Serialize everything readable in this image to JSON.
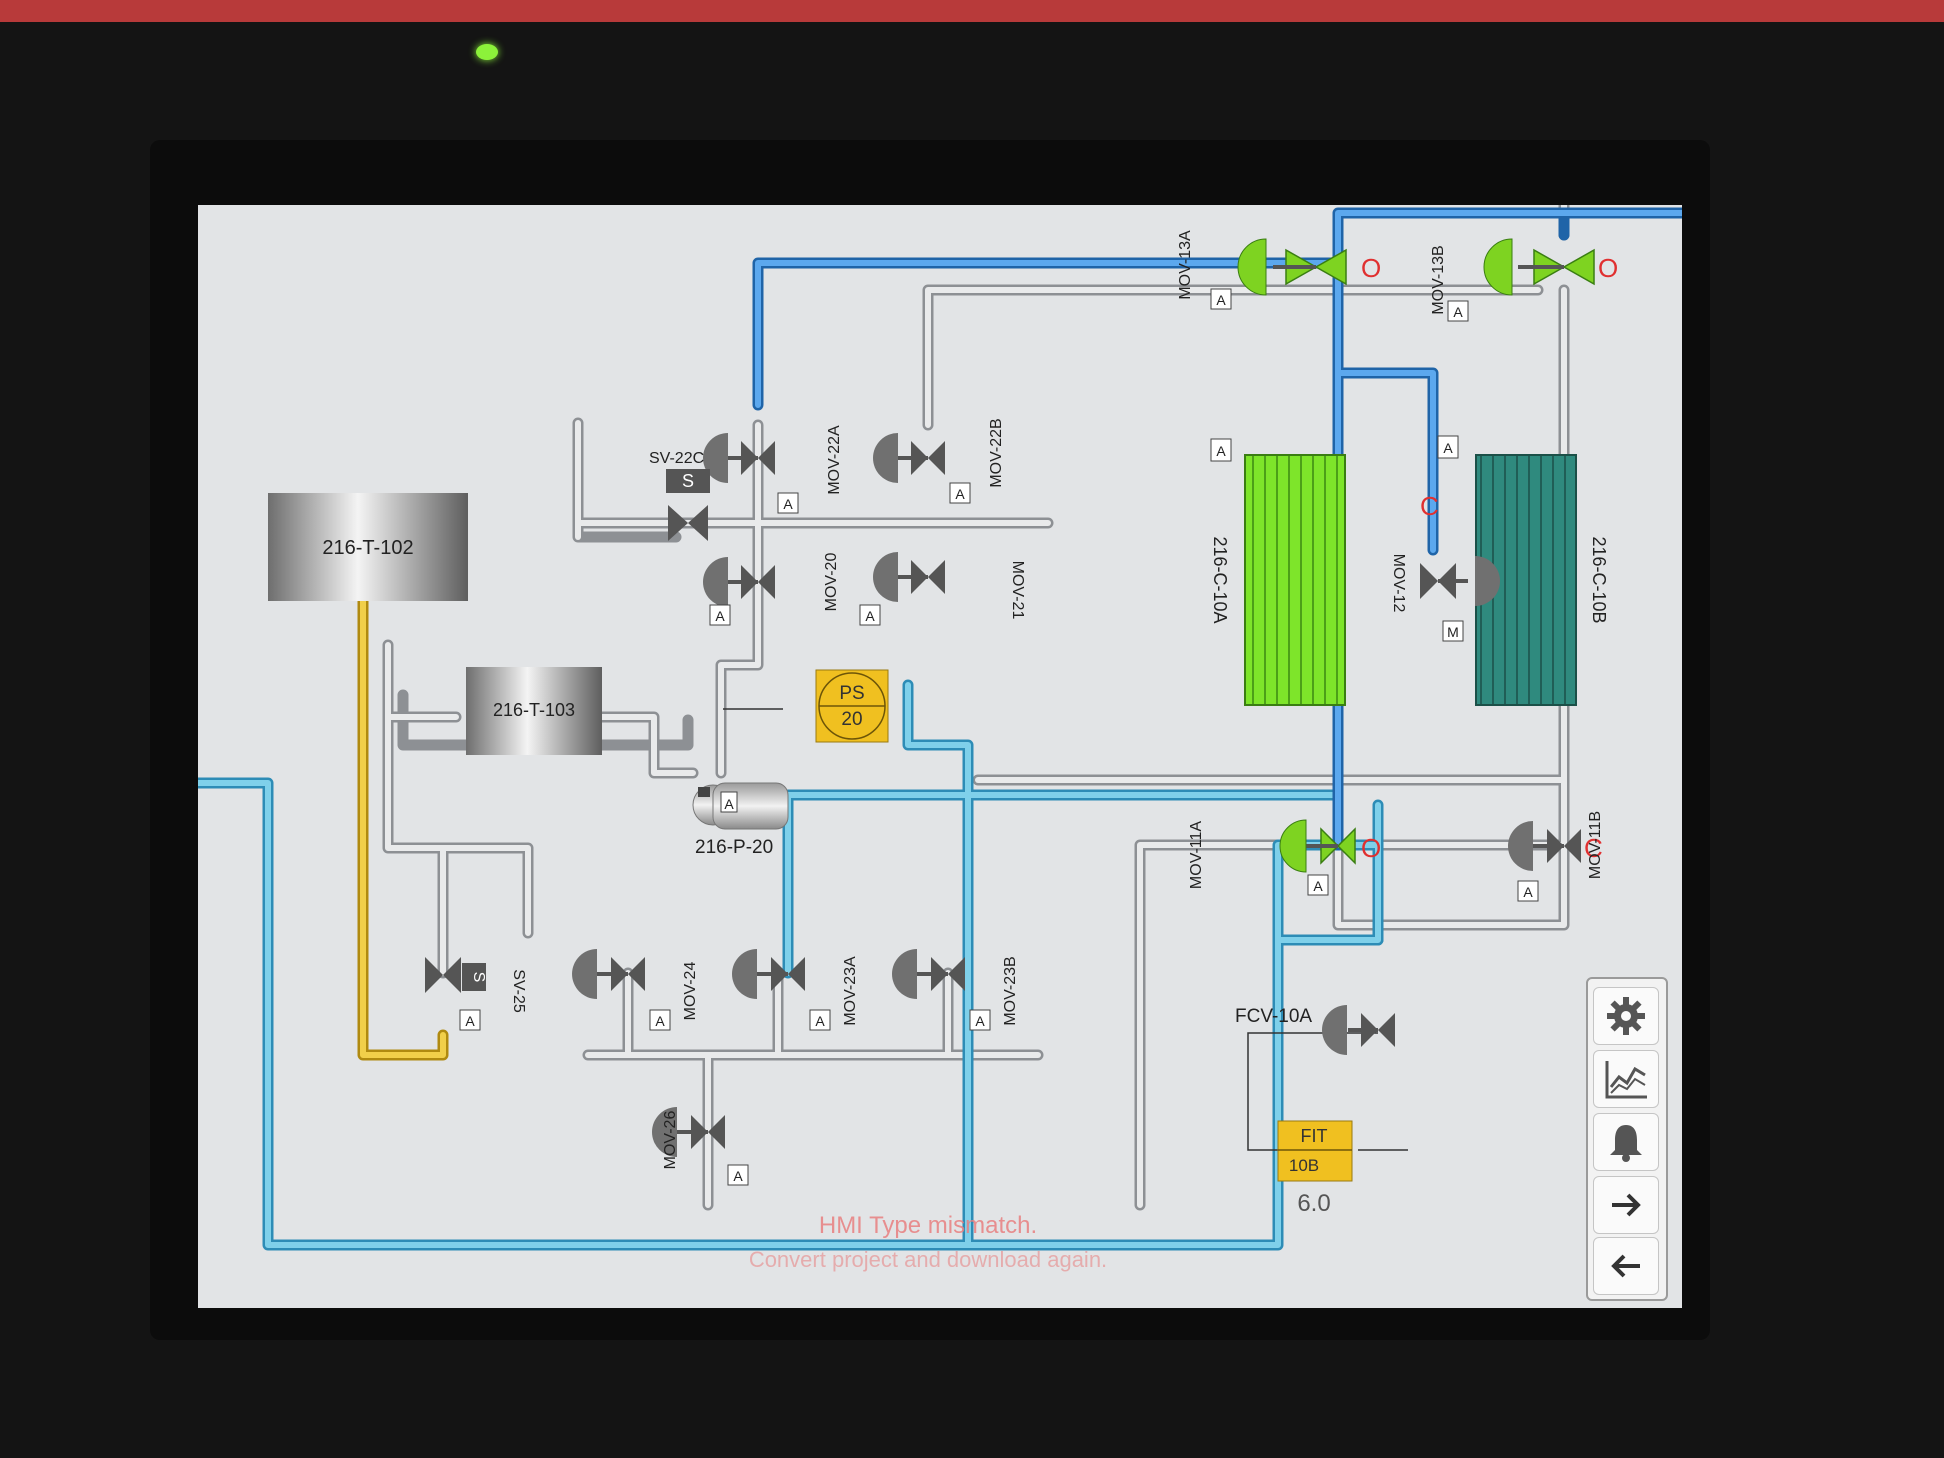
{
  "tanks": {
    "t102": "216-T-102",
    "t103": "216-T-103"
  },
  "pump": {
    "label": "216-P-20",
    "mode": "A"
  },
  "columns": {
    "c10a": "216-C-10A",
    "c10b": "216-C-10B"
  },
  "valves": {
    "mov13a": {
      "label": "MOV-13A",
      "mode": "A",
      "status": "O"
    },
    "mov13b": {
      "label": "MOV-13B",
      "mode": "A",
      "status": "O"
    },
    "mov22a": {
      "label": "MOV-22A",
      "mode": "A"
    },
    "mov22b": {
      "label": "MOV-22B",
      "mode": "A"
    },
    "sv22c": {
      "label": "SV-22C",
      "solenoid": "S"
    },
    "mov20": {
      "label": "MOV-20",
      "mode": "A"
    },
    "mov21": {
      "label": "MOV-21",
      "mode": "A"
    },
    "mov12": {
      "label": "MOV-12",
      "mode": "M",
      "status": "C"
    },
    "mov11a": {
      "label": "MOV-11A",
      "mode": "A",
      "status": "O"
    },
    "mov11b": {
      "label": "MOV-11B",
      "mode": "A",
      "status": "C"
    },
    "fcv10a": {
      "label": "FCV-10A"
    },
    "sv25": {
      "label": "SV-25",
      "mode": "A",
      "solenoid": "S"
    },
    "mov24": {
      "label": "MOV-24",
      "mode": "A"
    },
    "mov23a": {
      "label": "MOV-23A",
      "mode": "A"
    },
    "mov23b": {
      "label": "MOV-23B",
      "mode": "A"
    },
    "mov26": {
      "label": "MOV-26",
      "mode": "A"
    }
  },
  "area_modes": {
    "c10a": "A",
    "c10b": "A"
  },
  "instruments": {
    "ps20": {
      "line1": "PS",
      "line2": "20"
    },
    "fit10b": {
      "line1": "FIT",
      "line2": "10B",
      "value": "6.0"
    }
  },
  "error": {
    "line1": "HMI Type mismatch.",
    "line2": "Convert project and download again."
  },
  "nav_icons": [
    "gear-icon",
    "trend-icon",
    "bell-icon",
    "arrow-right-icon",
    "arrow-left-icon"
  ],
  "colors": {
    "pipe_blue": "#2f86d6",
    "pipe_light_blue": "#55b9dc",
    "pipe_yellow": "#e6b820",
    "pipe_grey": "#b9bcbf",
    "valve_open": "#7ed321",
    "column_active": "#7ee52a",
    "column_idle": "#2f8a7e",
    "instrument": "#f0c020",
    "status_text": "#e03030",
    "error_text": "#e88080"
  }
}
